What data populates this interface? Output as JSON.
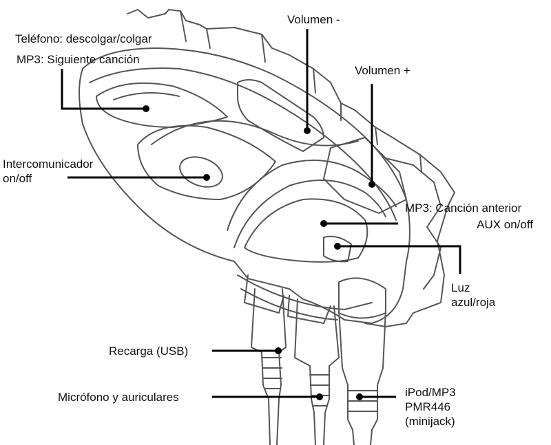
{
  "labels": {
    "telefono": "Teléfono: descolgar/colgar",
    "mp3_siguiente": "MP3: Siguiente canción",
    "volumen_menos": "Volumen -",
    "volumen_mas": "Volumen +",
    "intercomunicador": "Intercomunicador\non/off",
    "mp3_anterior": "MP3: Canción anterior",
    "aux": "AUX on/off",
    "luz": "Luz\nazul/roja",
    "recarga": "Recarga (USB)",
    "microfono": "Micrófono y auriculares",
    "ipod": "iPod/MP3\nPMR446\n(minijack)"
  },
  "colors": {
    "ink": "#111111",
    "line_art": "#555555",
    "leader": "#000000",
    "background": "#ffffff"
  }
}
